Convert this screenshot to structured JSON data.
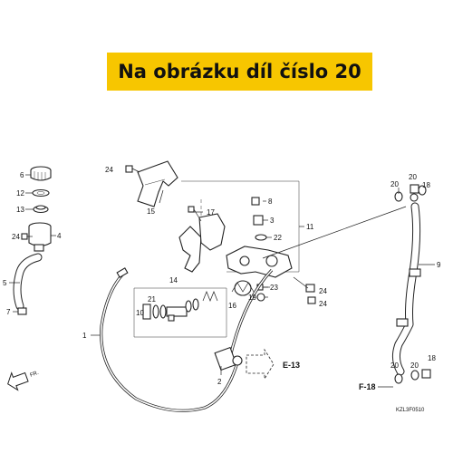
{
  "banner": {
    "text": "Na obrázku díl číslo 20",
    "color": "#f7c600"
  },
  "labels": {
    "p1": "1",
    "p2": "2",
    "p3": "3",
    "p4": "4",
    "p5": "5",
    "p6": "6",
    "p7": "7",
    "p8": "8",
    "p9": "9",
    "p10": "10",
    "p11": "11",
    "p12": "12",
    "p13": "13",
    "p14": "14",
    "p15": "15",
    "p16": "16",
    "p17": "17",
    "p18": "18",
    "p19": "19",
    "p20": "20",
    "p21": "21",
    "p22": "22",
    "p23": "23",
    "p24": "24"
  },
  "references": {
    "e13": "E-13",
    "f18": "F-18",
    "fr": "FR."
  },
  "diagram_code": "KZL3F0510"
}
